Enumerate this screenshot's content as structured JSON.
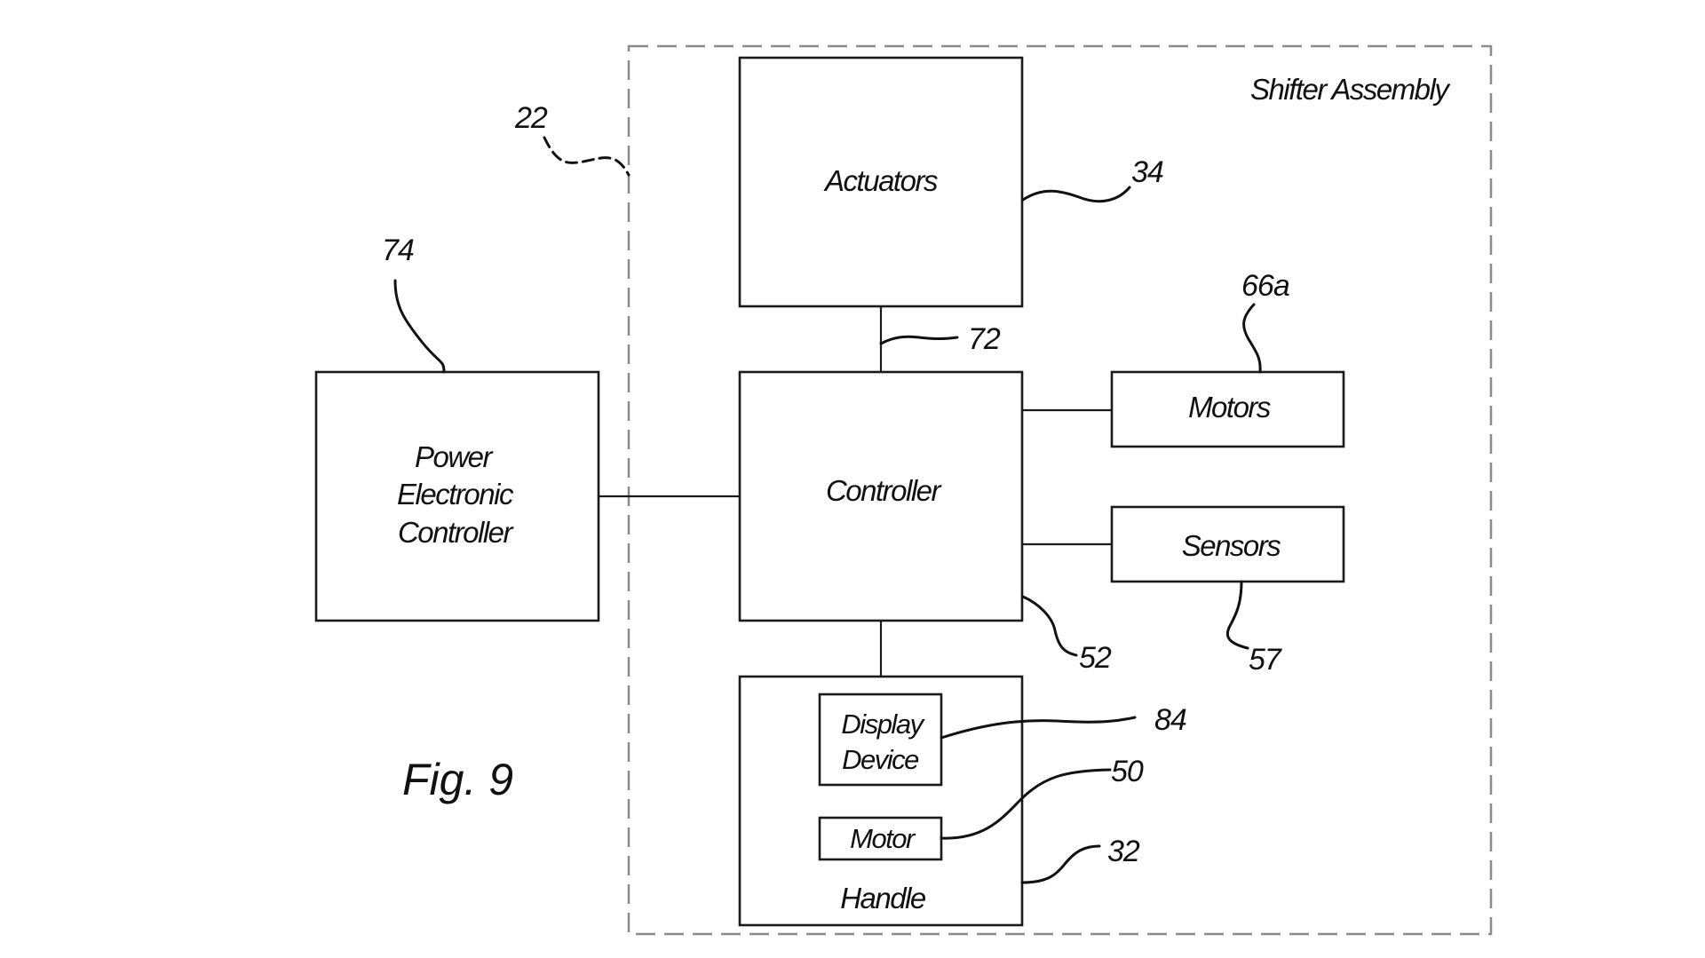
{
  "figure": {
    "caption": "Fig. 9",
    "assembly_label": "Shifter Assembly",
    "assembly_ref": "22"
  },
  "blocks": {
    "actuators": {
      "label": "Actuators",
      "ref": "34"
    },
    "controller": {
      "label": "Controller",
      "ref": "52"
    },
    "pec": {
      "lines": [
        "Power",
        "Electronic",
        "Controller"
      ],
      "ref": "74"
    },
    "motors": {
      "label": "Motors",
      "ref": "66a"
    },
    "sensors": {
      "label": "Sensors",
      "ref": "57"
    },
    "handle": {
      "label": "Handle",
      "ref": "32"
    },
    "display": {
      "lines": [
        "Display",
        "Device"
      ],
      "ref": "84"
    },
    "motor": {
      "label": "Motor",
      "ref": "50"
    }
  },
  "connections": {
    "actuator_controller_ref": "72"
  },
  "colors": {
    "line": "#1a1a1a",
    "dashed_border": "#8a8a8a",
    "background": "#ffffff"
  }
}
